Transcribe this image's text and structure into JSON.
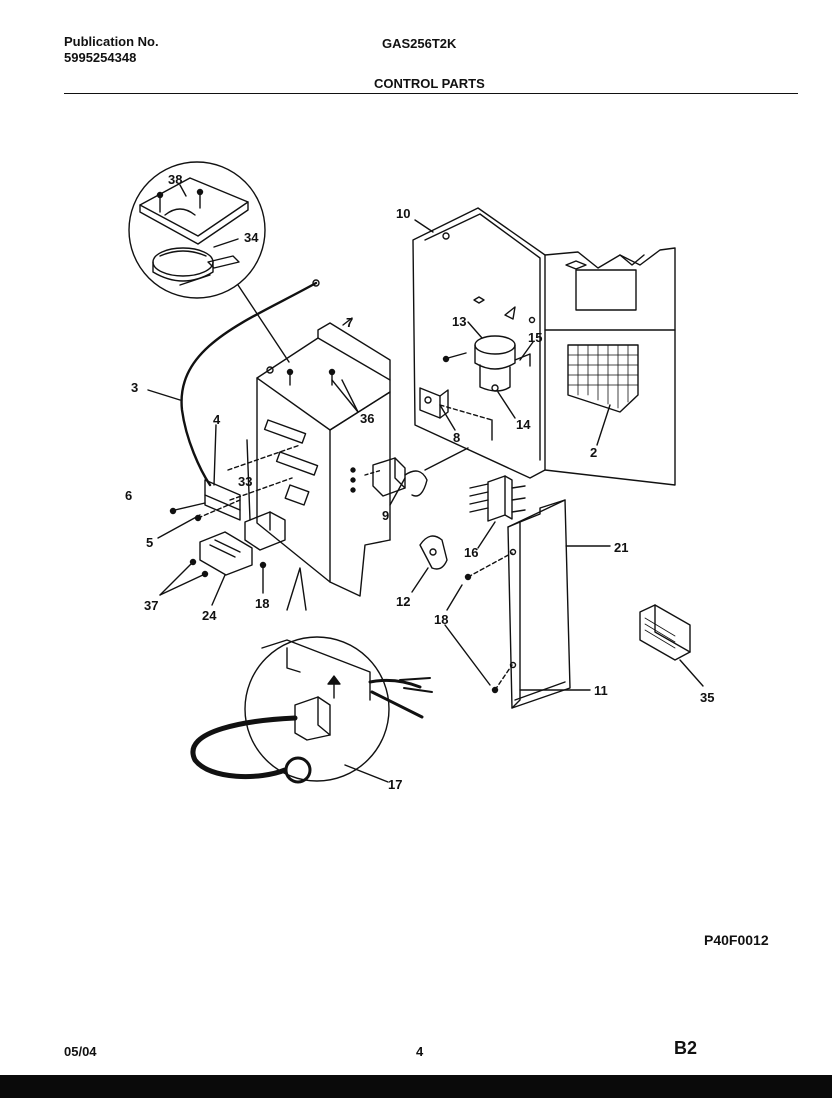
{
  "header": {
    "publication_label": "Publication No.",
    "publication_number": "5995254348",
    "model": "GAS256T2K",
    "section_title": "CONTROL PARTS"
  },
  "figure_code": "P40F0012",
  "footer": {
    "date": "05/04",
    "page_number": "4",
    "sheet": "B2"
  },
  "callouts": {
    "c38": "38",
    "c34": "34",
    "c10": "10",
    "c7": "7",
    "c13": "13",
    "c15": "15",
    "c3": "3",
    "c36": "36",
    "c4": "4",
    "c8": "8",
    "c14": "14",
    "c2": "2",
    "c33": "33",
    "c6": "6",
    "c9": "9",
    "c5": "5",
    "c16": "16",
    "c21": "21",
    "c37": "37",
    "c24": "24",
    "c18a": "18",
    "c12": "12",
    "c18b": "18",
    "c11": "11",
    "c35": "35",
    "c17": "17"
  }
}
